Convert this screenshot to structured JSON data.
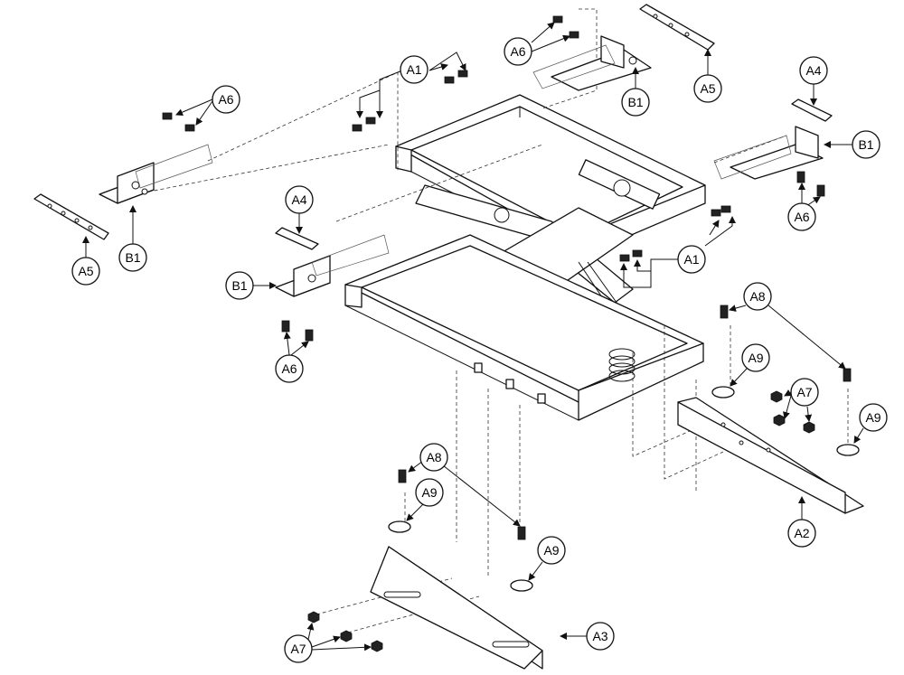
{
  "callouts": {
    "a1_top": "A1",
    "a1_right": "A1",
    "a2": "A2",
    "a3": "A3",
    "a4_left": "A4",
    "a4_right": "A4",
    "a5_left": "A5",
    "a5_top": "A5",
    "a6_top_left": "A6",
    "a6_top": "A6",
    "a6_mid_left": "A6",
    "a6_right": "A6",
    "a7_right": "A7",
    "a7_bottom": "A7",
    "a8_right": "A8",
    "a8_bottom": "A8",
    "a9_right_top": "A9",
    "a9_right": "A9",
    "a9_bottom_left": "A9",
    "a9_bottom_right": "A9",
    "b1_left": "B1",
    "b1_mid": "B1",
    "b1_top": "B1",
    "b1_right": "B1"
  }
}
